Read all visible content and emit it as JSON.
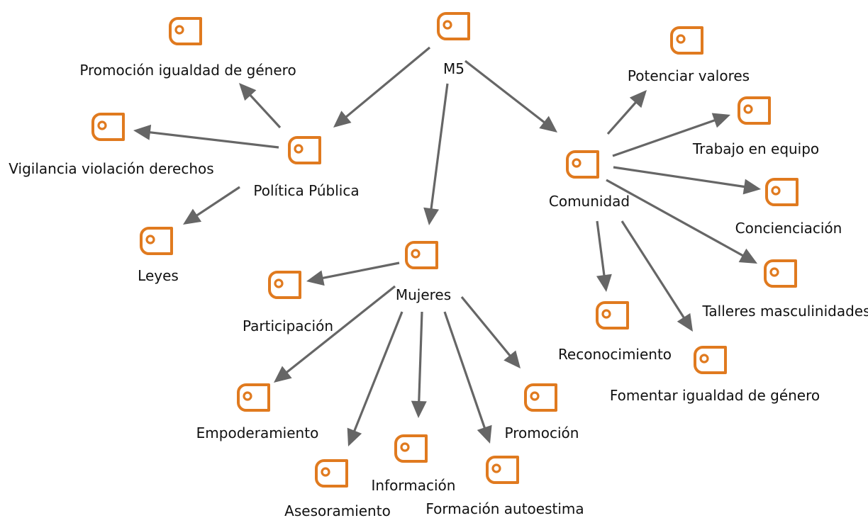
{
  "colors": {
    "icon": "#E07A1F",
    "arrow": "#666666",
    "text": "#111111",
    "background": "#ffffff"
  },
  "icon_name": "code-document-icon",
  "nodes": {
    "m5": "M5",
    "politica": "Política Pública",
    "promocion_igualdad": "Promoción igualdad de género",
    "vigilancia": "Vigilancia violación derechos",
    "leyes": "Leyes",
    "comunidad": "Comunidad",
    "potenciar": "Potenciar valores",
    "trabajo": "Trabajo en equipo",
    "concienciacion": "Concienciación",
    "talleres": "Talleres masculinidades",
    "reconocimiento": "Reconocimiento",
    "fomentar": "Fomentar igualdad de género",
    "mujeres": "Mujeres",
    "participacion": "Participación",
    "empoderamiento": "Empoderamiento",
    "asesoramiento": "Asesoramiento",
    "informacion": "Información",
    "formacion": "Formación autoestima",
    "promocion": "Promoción"
  },
  "edges": [
    [
      "m5",
      "politica"
    ],
    [
      "m5",
      "mujeres"
    ],
    [
      "m5",
      "comunidad"
    ],
    [
      "politica",
      "promocion_igualdad"
    ],
    [
      "politica",
      "vigilancia"
    ],
    [
      "politica",
      "leyes"
    ],
    [
      "comunidad",
      "potenciar"
    ],
    [
      "comunidad",
      "trabajo"
    ],
    [
      "comunidad",
      "concienciacion"
    ],
    [
      "comunidad",
      "talleres"
    ],
    [
      "comunidad",
      "reconocimiento"
    ],
    [
      "comunidad",
      "fomentar"
    ],
    [
      "mujeres",
      "participacion"
    ],
    [
      "mujeres",
      "empoderamiento"
    ],
    [
      "mujeres",
      "asesoramiento"
    ],
    [
      "mujeres",
      "informacion"
    ],
    [
      "mujeres",
      "formacion"
    ],
    [
      "mujeres",
      "promocion"
    ]
  ]
}
